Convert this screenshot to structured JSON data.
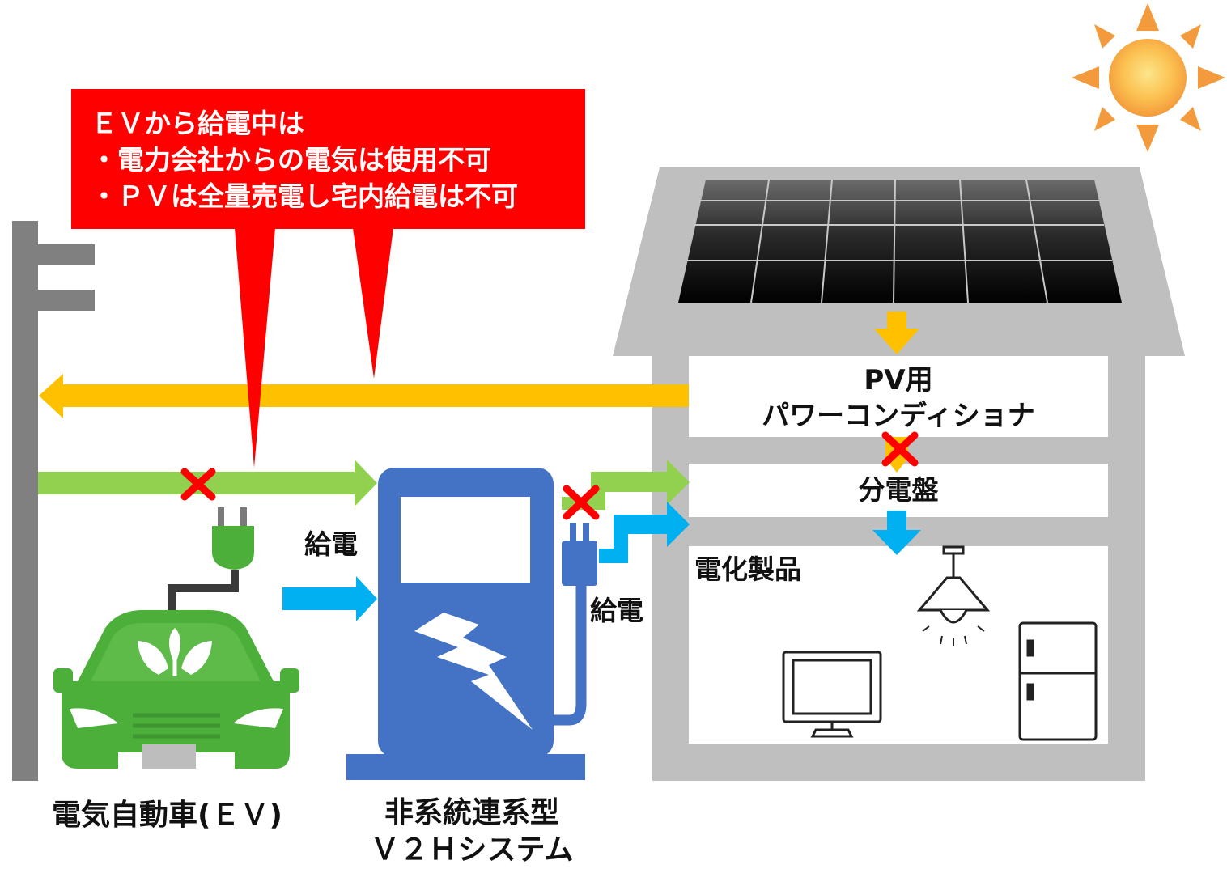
{
  "callout": {
    "lines": [
      "ＥＶから給電中は",
      "・電力会社からの電気は使用不可",
      "・ＰＶは全量売電し宅内給電は不可"
    ]
  },
  "labels": {
    "pcs_line1": "PV用",
    "pcs_line2": "パワーコンディショナ",
    "distribution_board": "分電盤",
    "appliances": "電化製品",
    "supply_left": "給電",
    "supply_right": "給電",
    "ev": "電気自動車(ＥＶ)",
    "v2h_line1": "非系統連系型",
    "v2h_line2": "Ｖ２Ｈシステム"
  },
  "colors": {
    "callout_red": "#ff0000",
    "pv_flow_yellow": "#ffc000",
    "grid_flow_green": "#92d050",
    "ev_flow_blue": "#00b0f0",
    "v2h_blue": "#4472c4",
    "ev_green": "#4caf3a",
    "house_gray": "#bfbfbf",
    "pole_gray": "#808080",
    "blocked_x": "#ff0000"
  },
  "icons": [
    "sun-icon",
    "solar-panel-icon",
    "utility-pole-icon",
    "electric-car-icon",
    "plug-icon",
    "v2h-charger-icon",
    "lightning-icon",
    "ceiling-lamp-icon",
    "tv-icon",
    "refrigerator-icon",
    "blocked-x-icon"
  ]
}
